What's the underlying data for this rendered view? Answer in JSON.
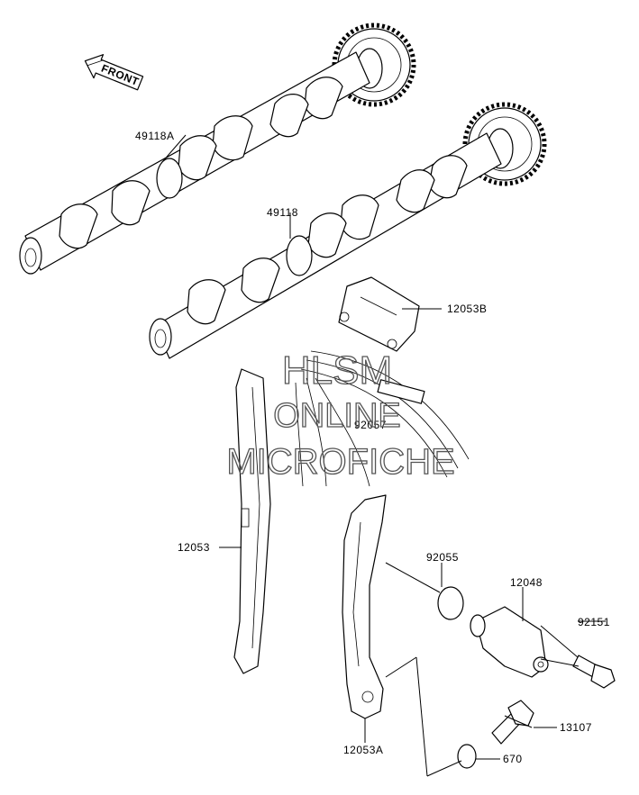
{
  "front_arrow": {
    "text": "FRONT"
  },
  "watermark": {
    "line1": "HLSM",
    "line2": "ONLINE",
    "line3": "MICROFICHE"
  },
  "parts": [
    {
      "id": "p1",
      "label": "49118A"
    },
    {
      "id": "p2",
      "label": "49118"
    },
    {
      "id": "p3",
      "label": "12053B"
    },
    {
      "id": "p4",
      "label": "92057"
    },
    {
      "id": "p5",
      "label": "12053"
    },
    {
      "id": "p6",
      "label": "92055"
    },
    {
      "id": "p7",
      "label": "12048"
    },
    {
      "id": "p8",
      "label": "92151"
    },
    {
      "id": "p9",
      "label": "13107"
    },
    {
      "id": "p10",
      "label": "12053A"
    },
    {
      "id": "p11",
      "label": "670"
    }
  ]
}
